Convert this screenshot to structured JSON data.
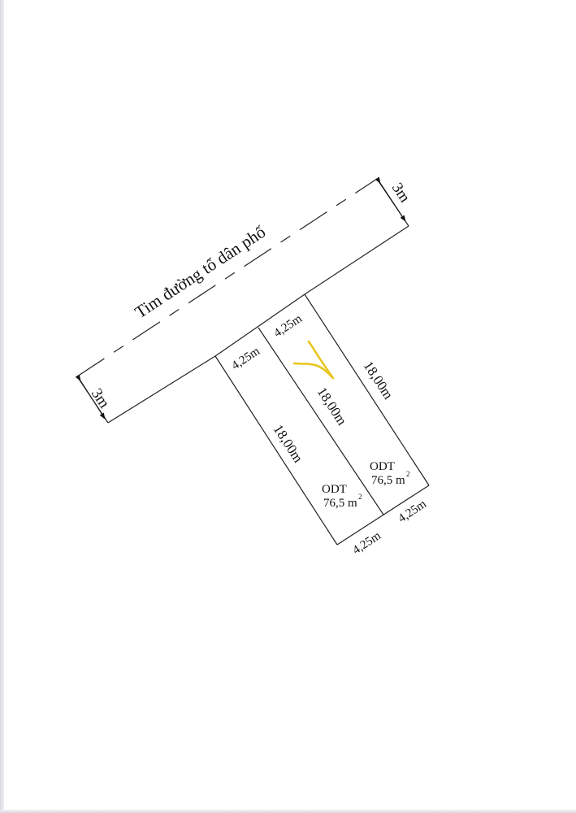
{
  "diagram": {
    "type": "land-plot-sketch",
    "road": {
      "label": "Tim đường tổ dân phố",
      "width_left": "3m",
      "width_right": "3m"
    },
    "lots": [
      {
        "id": "lot-left",
        "front": "4,25m",
        "side": "18,00m",
        "back": "4,25m",
        "land_type": "ODT",
        "area": "76,5 m",
        "area_sup": "2"
      },
      {
        "id": "lot-right",
        "front": "4,25m",
        "shared_side": "18,00m",
        "side": "18,00m",
        "back": "4,25m",
        "land_type": "ODT",
        "area": "76,5 m",
        "area_sup": "2",
        "marked": true
      }
    ],
    "colors": {
      "line": "#222222",
      "mark": "#e8c51a",
      "background": "#ffffff"
    }
  }
}
